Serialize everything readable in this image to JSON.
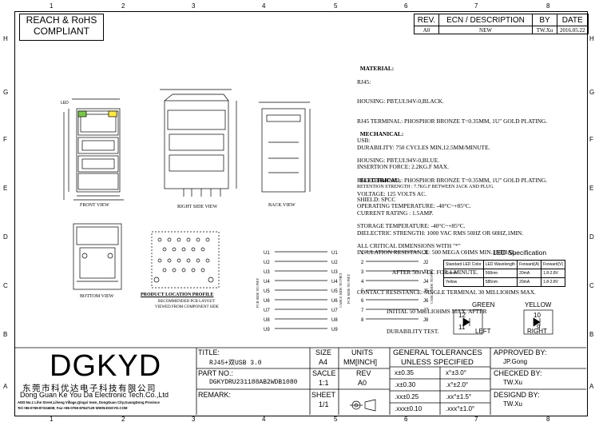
{
  "ruler_cols": [
    "1",
    "2",
    "3",
    "4",
    "5",
    "6",
    "7",
    "8"
  ],
  "ruler_rows": [
    "H",
    "G",
    "F",
    "E",
    "D",
    "C",
    "B",
    "A"
  ],
  "reach": {
    "line1": "REACH & RoHS",
    "line2": "COMPLIANT"
  },
  "rev_table": {
    "headers": [
      "REV.",
      "ECN / DESCRIPTION",
      "BY",
      "DATE"
    ],
    "row": [
      "A0",
      "NEW",
      "TW.Xu",
      "2016.05.22"
    ]
  },
  "material": {
    "title": "MATERIAL:",
    "lines": [
      "RJ45:",
      "HOUSING: PBT,UL94V-0,BLACK.",
      "RJ45 TERMINAL: PHOSPHOR BRONZE T=0.35MM, 1U\" GOLD PLATING.",
      "USB:",
      "HOUSING: PBT,UL94V-0,BLUE.",
      "RJ45 TERMINAL: PHOSPHOR BRONZE T=0.35MM, 1U\" GOLD PLATING.",
      "SHIELD: SPCC"
    ]
  },
  "mechanical": {
    "title": "MECHANICAL:",
    "lines": [
      "DURABILITY: 750 CYCLES MIN,12.5MM/MINUTE.",
      "INSERTION FORCE: 2.2KG.F MAX.",
      "RETENTION STRENGTH : 7.7KG.F BETWEEN JACK AND PLUG.",
      "OPERATING TEMPERATURE: -40°C~+85°C.",
      "STORAGE TEMPERATURE: -40°C~+85°C.",
      "ALL CRITICAL DIMENSIONS WITH \"*\""
    ]
  },
  "electrical": {
    "title": "ELECTRICAL:",
    "lines": [
      "VOLTAGE: 125 VOLTS AC.",
      "CURRENT RATING : 1.5AMP.",
      "DIELECTRIC STRENGTH: 1000 VAC RMS 50HZ OR 60HZ,1MIN.",
      "INSULATION RESISTANCE: 500 MEGA OHMS MIN. INITIAL",
      "                        AFTER 500V DC FOR 1 MINUTE.",
      "CONTACT RESISTANCE: SINGLE TERMINAL 30 MILLIOHMS MAX.",
      "                    INITIAL 50 MILLIOHMS MAX. AFTER",
      "                    DURABILITY TEST."
    ]
  },
  "views": {
    "front": "FRONT VIEW",
    "right": "RIGHT SIDE VIEW",
    "back": "BACK VIEW",
    "bottom": "BOTTOM VIEW",
    "pcb": "PRODUCT LOCATION PROFILE",
    "pcb_note1": "RECOMMENDED PCB LAYOUT",
    "pcb_note2": "VIEWED FROM COMPONENT SIDE",
    "led_label": "LED"
  },
  "pins_usb": {
    "left": [
      "U1",
      "U2",
      "U3",
      "U4",
      "U5",
      "U6",
      "U7",
      "U8",
      "U9"
    ],
    "right": [
      "U1",
      "U2",
      "U3",
      "U4",
      "U5",
      "U6",
      "U7",
      "U8",
      "U9"
    ],
    "side_left": "PCB SIDE TO PIET",
    "side_right": "CABLE SIDE TO PIET"
  },
  "pins_rj": {
    "left": [
      "1",
      "2",
      "3",
      "4",
      "5",
      "6",
      "7",
      "8"
    ],
    "right": [
      "J1",
      "J2",
      "J3",
      "J4",
      "J5",
      "J6",
      "J7",
      "J8"
    ],
    "side_left": "PCB SIDE TO PIET",
    "side_right": "CABLE SIDE TO PIET"
  },
  "led_spec": {
    "title": "LED Specification",
    "headers": [
      "Standard LED Color",
      "LED Wavelength",
      "Forward(A)",
      "Forward(V)"
    ],
    "rows": [
      [
        "Green",
        "568nm",
        "20mA",
        "1.8-2.8V"
      ],
      [
        "Yellow",
        "585nm",
        "20mA",
        "1.8-2.8V"
      ]
    ],
    "green": "GREEN",
    "yellow": "YELLOW",
    "g_pin_a": "12",
    "g_pin_b": "11",
    "y_pin_a": "10",
    "y_pin_b": "9",
    "left": "LEFT",
    "right": "RIGHT"
  },
  "title_block": {
    "logo": "DGKYD",
    "company_cn": "东莞市科优达电子科技有限公司",
    "company_en": "Dong Guan Ke You Da Electronic Tech.Co.,Ltd",
    "address": "ADD:No.1 Lihe Street,Liheng Village,Qingxi town, DongGuan City,GuangDong Province",
    "contact": "Tel:+86-0769-87334608; Fax:+86-0769-87847129  WWW.DGKYD.COM",
    "title_label": "TITLE:",
    "title_value": "RJ45+双USB 3.0",
    "part_label": "PART NO.:",
    "part_value": "DGKYDRU231188AB2WDB1080",
    "remark_label": "REMARK:",
    "size_label": "SIZE",
    "size_value": "A4",
    "scale_label": "SACLE",
    "scale_value": "1:1",
    "sheet_label": "SHEET",
    "sheet_value": "1/1",
    "units_label": "UNITS",
    "units_value": "MM[INCH]",
    "rev_label": "REV",
    "rev_value": "A0",
    "tol_title1": "GENERAL TOLERANCES",
    "tol_title2": "UNLESS SPECIFIED",
    "tol": [
      [
        "x±0.35",
        "x°±3.0°"
      ],
      [
        ".x±0.30",
        ".x°±2.0°"
      ],
      [
        ".xx±0.25",
        ".xx°±1.5°"
      ],
      [
        ".xxx±0.10",
        ".xxx°±1.0°"
      ]
    ],
    "approved_label": "APPROVED BY:",
    "approved_value": "JP.Gong",
    "checked_label": "CHECKED BY:",
    "checked_value": "TW.Xu",
    "designed_label": "DESIGND BY:",
    "designed_value": "TW.Xu"
  }
}
